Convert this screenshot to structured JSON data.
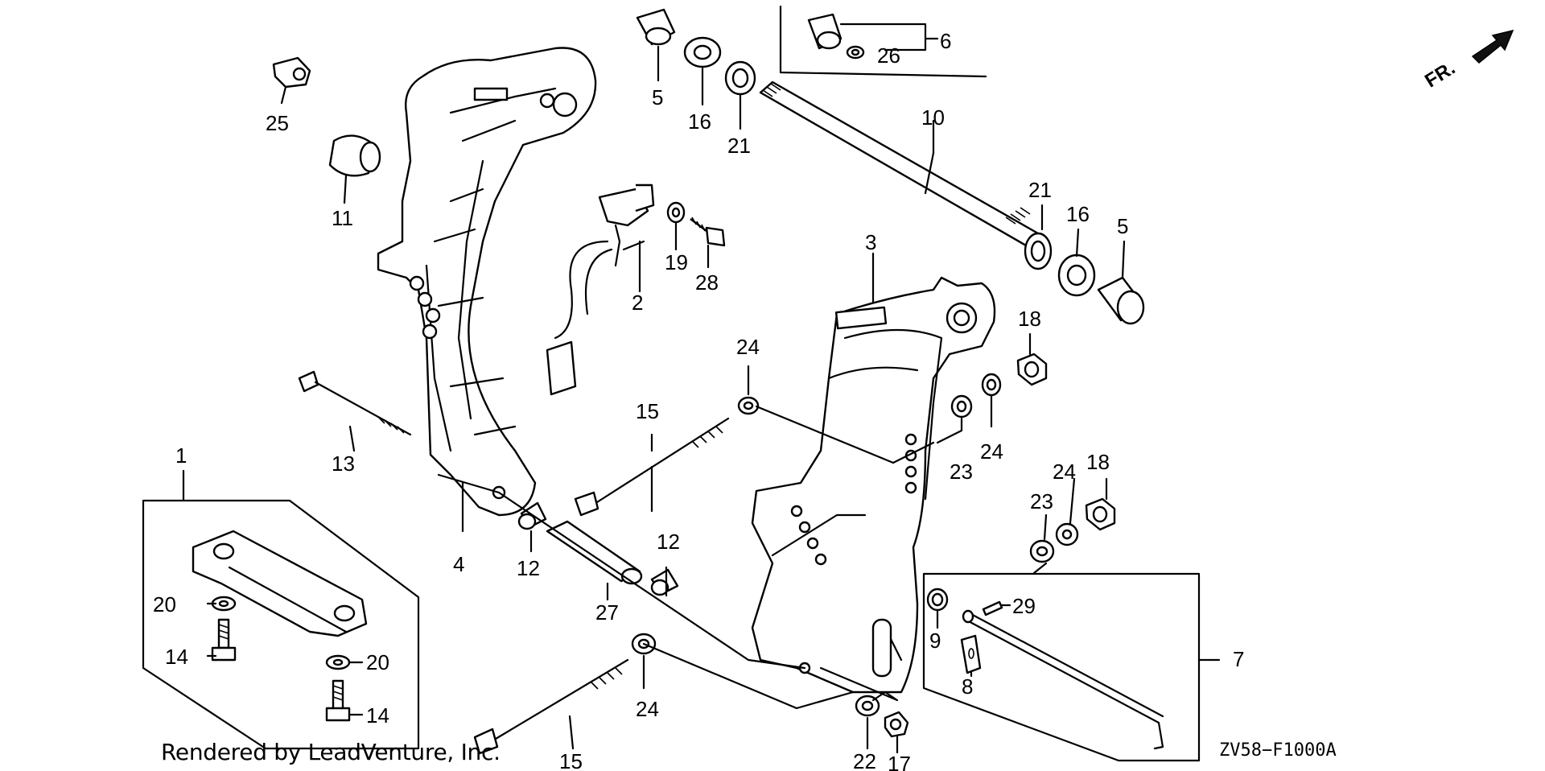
{
  "callouts": {
    "c1": "1",
    "c2": "2",
    "c3": "3",
    "c4": "4",
    "c5a": "5",
    "c5b": "5",
    "c6": "6",
    "c7": "7",
    "c8": "8",
    "c9": "9",
    "c10": "10",
    "c11": "11",
    "c12a": "12",
    "c12b": "12",
    "c13": "13",
    "c14a": "14",
    "c14b": "14",
    "c15a": "15",
    "c15b": "15",
    "c16a": "16",
    "c16b": "16",
    "c17": "17",
    "c18a": "18",
    "c18b": "18",
    "c19": "19",
    "c20a": "20",
    "c20b": "20",
    "c21a": "21",
    "c21b": "21",
    "c22": "22",
    "c23a": "23",
    "c23b": "23",
    "c24a": "24",
    "c24b": "24",
    "c24c": "24",
    "c24d": "24",
    "c25": "25",
    "c26": "26",
    "c27": "27",
    "c28": "28",
    "c29": "29"
  },
  "direction_arrow": {
    "label": "FR."
  },
  "footer": {
    "rendered_by": "Rendered by LeadVenture, Inc.",
    "diagram_code": "ZV58−F1000A"
  }
}
